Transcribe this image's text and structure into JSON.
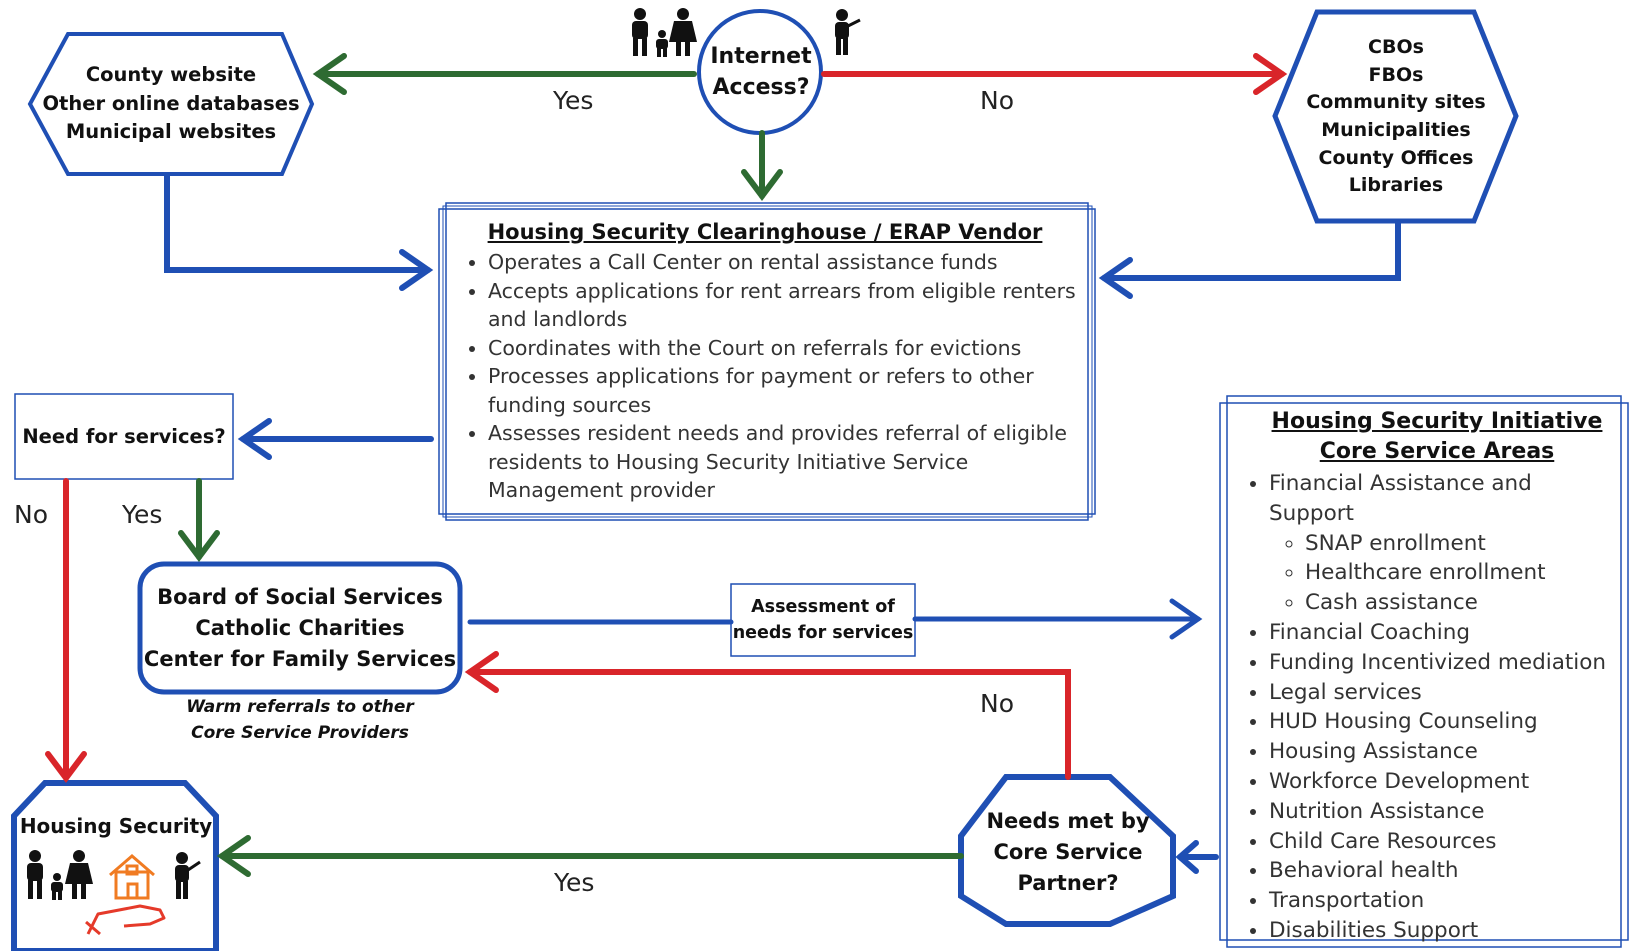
{
  "internet_question": {
    "line1": "Internet",
    "line2": "Access?"
  },
  "online_sources": {
    "items": [
      "County website",
      "Other online databases",
      "Municipal websites"
    ]
  },
  "offline_sources": {
    "items": [
      "CBOs",
      "FBOs",
      "Community sites",
      "Municipalities",
      "County Offices",
      "Libraries"
    ]
  },
  "clearinghouse": {
    "title": "Housing Security Clearinghouse / ERAP Vendor",
    "items": [
      "Operates a Call Center on rental assistance funds",
      "Accepts applications for rent arrears from eligible renters and landlords",
      "Coordinates with the Court on referrals for evictions",
      "Processes applications for payment or refers to other funding sources",
      "Assesses resident needs and provides referral of eligible residents to Housing Security Initiative Service Management provider"
    ]
  },
  "need_services": {
    "label": "Need for services?"
  },
  "providers": {
    "items": [
      "Board of Social Services",
      "Catholic Charities",
      "Center for Family Services"
    ]
  },
  "warm_referrals": {
    "line1": "Warm referrals to other",
    "line2": "Core Service Providers"
  },
  "assessment": {
    "line1": "Assessment of",
    "line2": "needs for services"
  },
  "core_areas": {
    "title": "Housing Security Initiative Core Service Areas",
    "items": [
      "Financial Assistance and Support",
      "Financial Coaching",
      "Funding Incentivized mediation",
      "Legal services",
      "HUD Housing Counseling",
      "Housing Assistance",
      "Workforce Development",
      "Nutrition Assistance",
      "Child Care Resources",
      "Behavioral health",
      "Transportation",
      "Disabilities Support"
    ],
    "sub_items": [
      "SNAP enrollment",
      "Healthcare enrollment",
      "Cash assistance"
    ]
  },
  "needs_met": {
    "items": [
      "Needs met by",
      "Core Service",
      "Partner?"
    ]
  },
  "housing_security": {
    "label": "Housing Security"
  },
  "edge_labels": {
    "yes": "Yes",
    "no": "No"
  },
  "colors": {
    "blue": "#1f4fb4",
    "green": "#2e6b32",
    "red": "#d9252a"
  },
  "icons": [
    "family-icon",
    "person-icon",
    "house-icon",
    "hand-icon"
  ]
}
